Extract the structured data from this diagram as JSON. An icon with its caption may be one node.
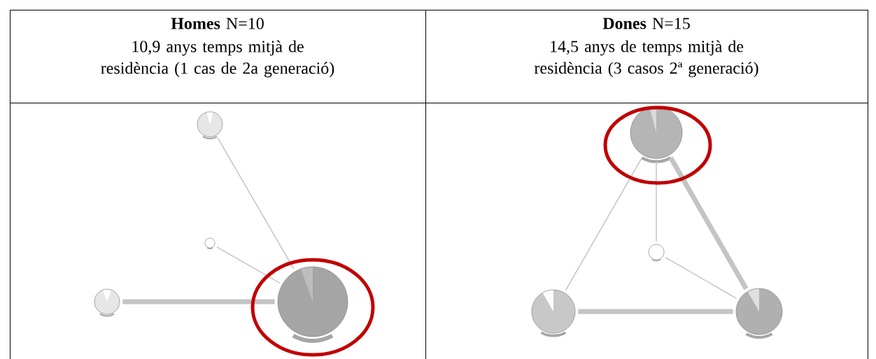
{
  "diagram": {
    "nodes": [
      {
        "text": [
          "**Homes** N=10",
          "10,9 anys temps mitjà de residència (1 cas de 2a generació)"
        ]
      },
      {
        "text": [
          "**Dones** N=15",
          "14,5 anys de temps mitjà de residència (3 casos 2ª generació)"
        ]
      },
      {
        "text": [],
        "shape": "box"
      },
      {
        "text": [],
        "shape": "box"
      },
      {
        "text": [],
        "shape": "circle",
        "in": 2
      },
      {
        "text": [],
        "shape": "circle",
        "in": 2
      },
      {
        "text": [],
        "shape": "circle",
        "in": 2
      },
      {
        "text": [],
        "shape": "circle",
        "in": 2
      },
      {
        "text": [],
        "shape": "circle",
        "in": 3
      },
      {
        "text": [],
        "shape": "circle",
        "in": 3
      },
      {
        "text": [],
        "shape": "circle",
        "in": 3
      },
      {
        "text": [],
        "shape": "circle",
        "in": 3
      }
    ],
    "edges": [
      {
        "from": 4,
        "to": 7,
        "arrow": "none"
      },
      {
        "from": 5,
        "to": 7,
        "arrow": "none"
      },
      {
        "from": 6,
        "to": 7,
        "arrow": "none",
        "style": "thick"
      },
      {
        "from": 8,
        "to": 9,
        "arrow": "none"
      },
      {
        "from": 8,
        "to": 11,
        "arrow": "none",
        "style": "thick"
      },
      {
        "from": 8,
        "to": 10,
        "arrow": "none"
      },
      {
        "from": 9,
        "to": 11,
        "arrow": "none"
      },
      {
        "from": 10,
        "to": 11,
        "arrow": "none",
        "style": "thick"
      }
    ]
  }
}
